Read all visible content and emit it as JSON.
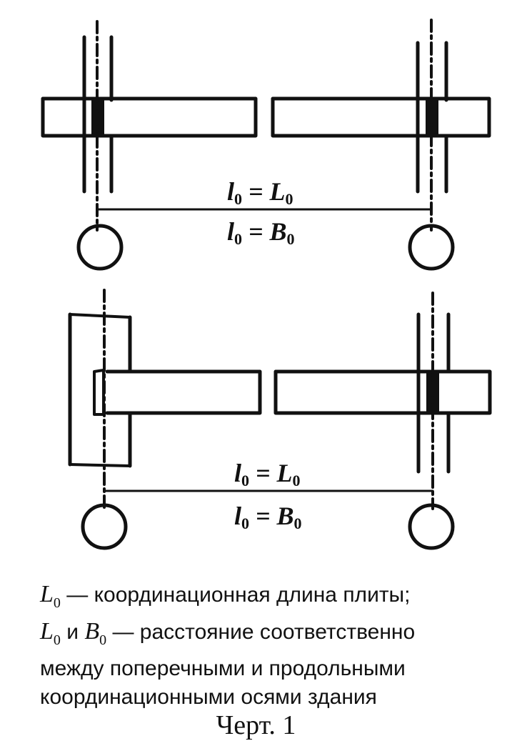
{
  "labels": {
    "top_span": {
      "sym": "l",
      "sub": "0",
      "op": " = ",
      "sym2": "L",
      "sub2": "0"
    },
    "top_width": {
      "sym": "l",
      "sub": "0",
      "op": " = ",
      "sym2": "B",
      "sub2": "0"
    },
    "bottom_span": {
      "sym": "l",
      "sub": "0",
      "op": " = ",
      "sym2": "L",
      "sub2": "0"
    },
    "bottom_width": {
      "sym": "l",
      "sub": "0",
      "op": " = ",
      "sym2": "B",
      "sub2": "0"
    }
  },
  "legend": {
    "line1_sym": "L",
    "line1_sub": "0",
    "line1_text": " — координационная длина плиты;",
    "line2_sym1": "L",
    "line2_sub1": "0",
    "line2_and": " и ",
    "line2_sym2": "B",
    "line2_sub2": "0",
    "line2_text": " — расстояние соответственно",
    "line3_text": "между поперечными и продольными",
    "line4_text": "координационными осями здания"
  },
  "caption": "Черт. 1"
}
